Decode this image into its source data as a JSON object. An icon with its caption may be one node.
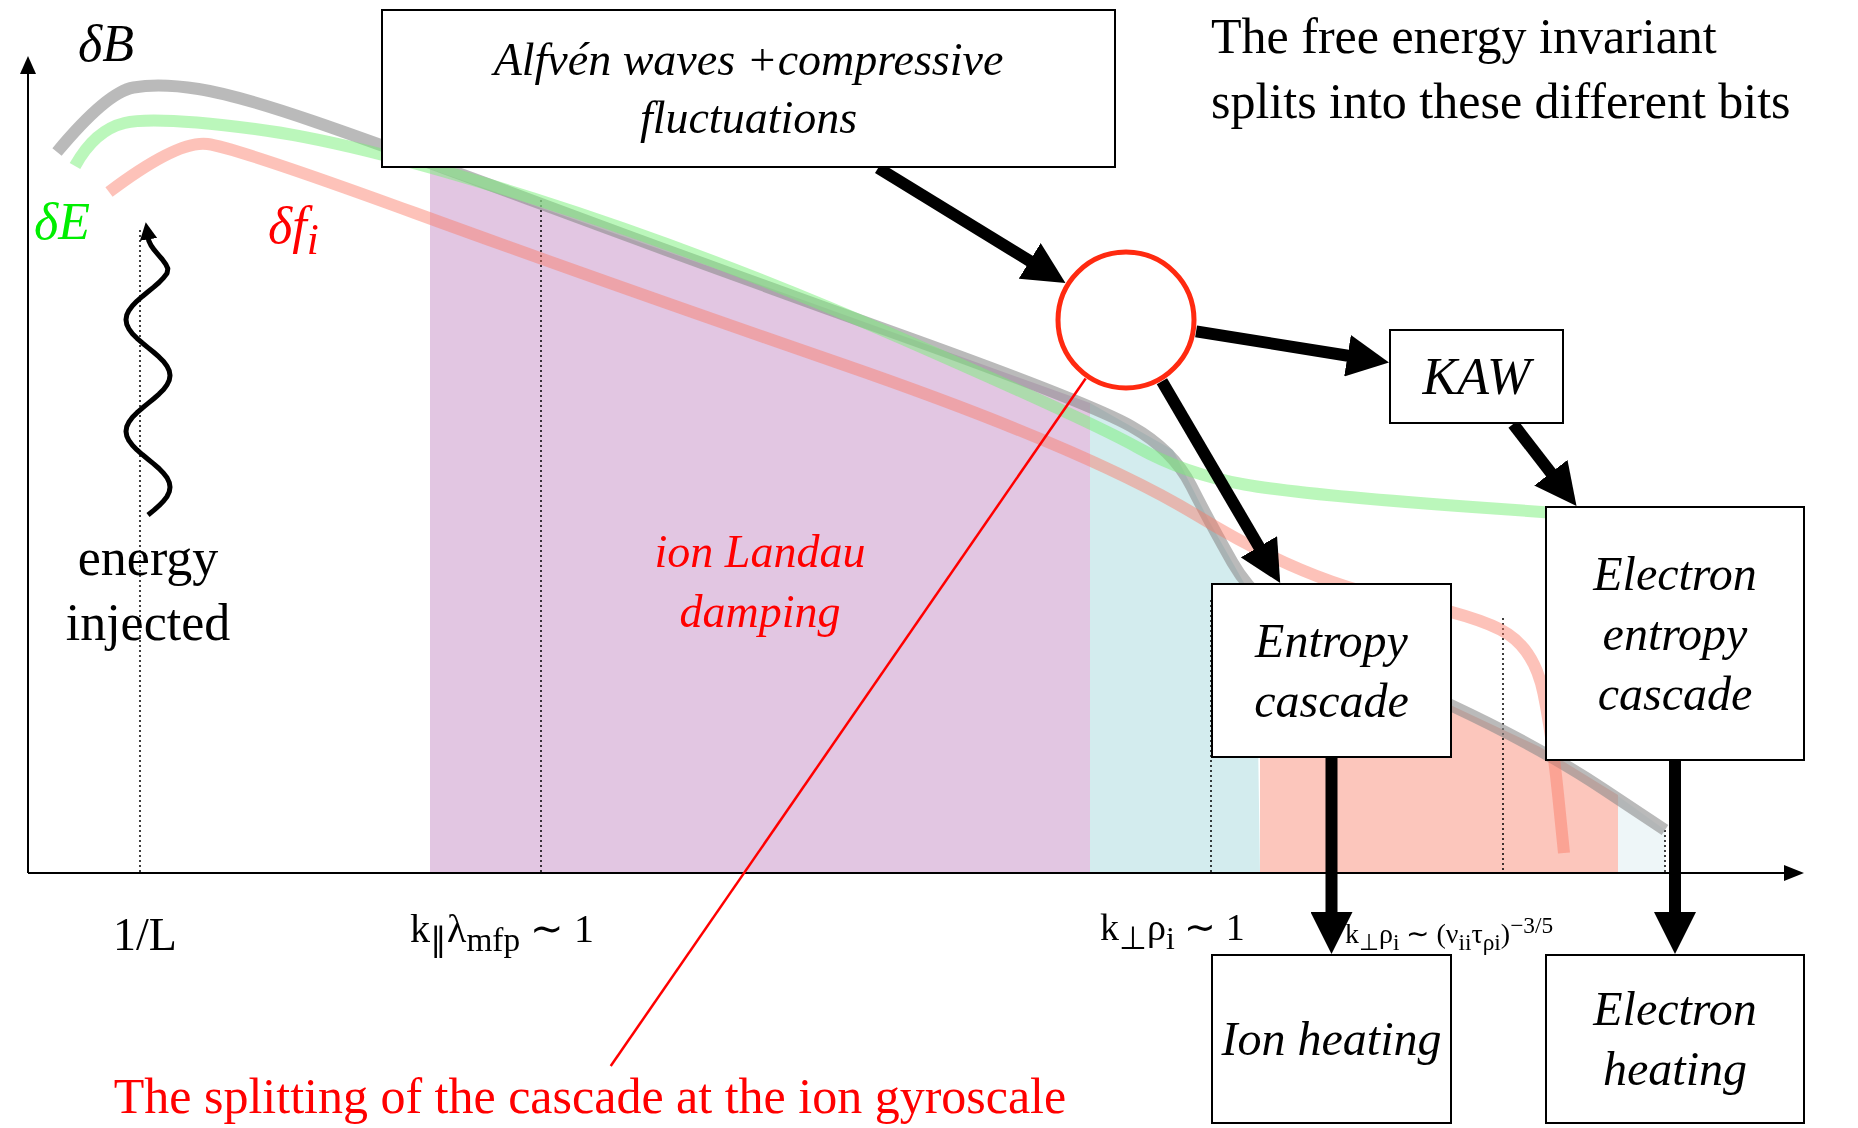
{
  "diagram": {
    "nodes": [
      {
        "text": [
          "Alfvén waves +compressive fluctuations"
        ]
      },
      {
        "text": [],
        "shape": "circle"
      },
      {
        "text": [
          "KAW"
        ]
      },
      {
        "text": [
          "Entropy cascade"
        ]
      },
      {
        "text": [
          "Electron entropy cascade"
        ]
      },
      {
        "text": [
          "Ion heating"
        ]
      },
      {
        "text": [
          "Electron heating"
        ]
      },
      {
        "text": [
          "The splitting of the cascade at the ion gyroscale"
        ]
      },
      {
        "text": [
          "energy injected"
        ]
      }
    ],
    "edges": [
      {
        "from": 0,
        "to": 1,
        "arrow": "to"
      },
      {
        "from": 1,
        "to": 2,
        "arrow": "to"
      },
      {
        "from": 1,
        "to": 3,
        "arrow": "to"
      },
      {
        "from": 2,
        "to": 4,
        "arrow": "to"
      },
      {
        "from": 3,
        "to": 5,
        "arrow": "to"
      },
      {
        "from": 4,
        "to": 6,
        "arrow": "to"
      },
      {
        "from": 7,
        "to": 1,
        "arrow": "none",
        "color": "#ff0000"
      },
      {
        "from": 8,
        "to": null,
        "arrow": "to"
      }
    ],
    "labels": [
      "δB",
      "The free energy invariant splits into these different bits",
      "δE",
      "δf$_{i}$",
      "ion Landau damping",
      "1/L",
      "k$_{∥}$λ$_{mfp}$ ∼ 1",
      "k$_{⊥}$ρ$_{i}$ ∼ 1",
      "k$_{⊥}$ρ$_{i}$ ∼ (ν$_{ii}$τ$_{ρi}$)$^{−3/5}$"
    ]
  }
}
